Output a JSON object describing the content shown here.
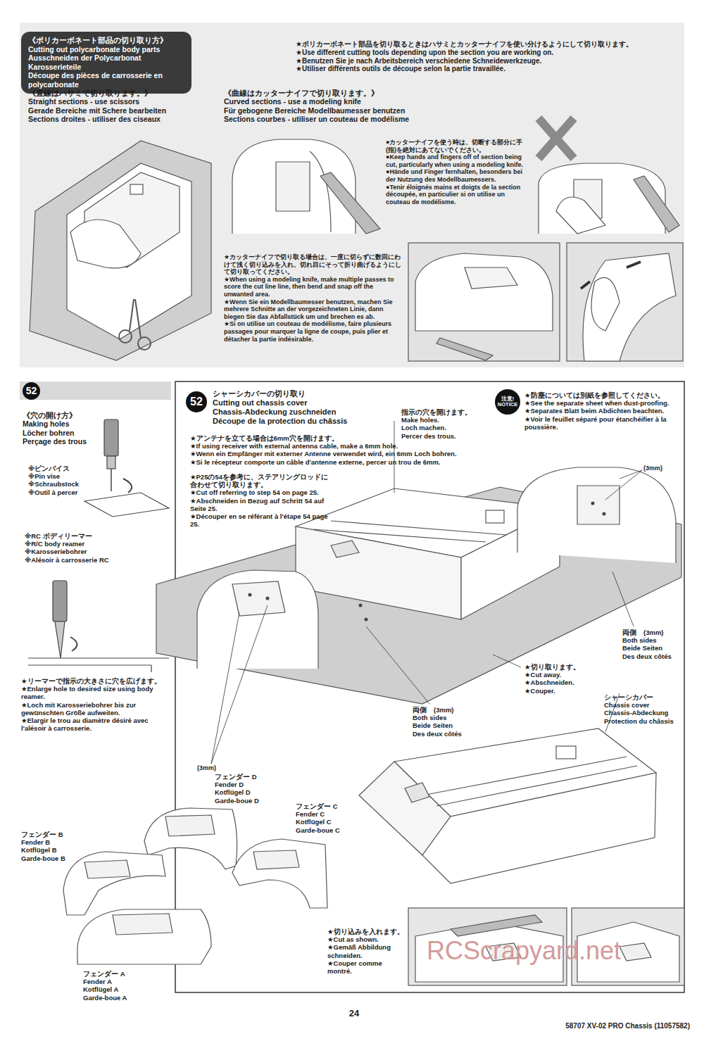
{
  "diagram": {
    "nodes": [
      {
        "text": [
          "《ポリカーボネート部品の切り取り方》",
          "Cutting out polycarbonate body parts",
          "Ausschneiden der Polycarbonat Karosserieteile",
          "Découpe des pièces de carrosserie en polycarbonate"
        ]
      },
      {
        "text": [
          "52"
        ]
      },
      {
        "text": [
          "52"
        ]
      },
      {
        "text": [
          "注意!",
          "NOTICE"
        ]
      }
    ],
    "labels": [
      "★ポリカーボネート部品を切り取るときはハサミとカッターナイフを使い分けるようにして切り取ります。",
      "★Use different cutting tools depending upon the section you are working on.",
      "★Benutzen Sie je nach Arbeitsbereich verschiedene Schneidewerkzeuge.",
      "★Utiliser différents outils de découpe selon la partie travaillée.",
      "《直線はハサミで切り取ります。》",
      "Straight sections - use scissors",
      "Gerade Bereiche mit Schere bearbeiten",
      "Sections droites - utiliser des ciseaux",
      "《曲線はカッターナイフで切り取ります。》",
      "Curved sections - use a modeling knife",
      "Für gebogene Bereiche Modellbaumesser benutzen",
      "Sections courbes - utiliser un couteau de modélisme",
      "●カッターナイフを使う時は、切断する部分に手(指)を絶対にあてないでください。",
      "●Keep hands and fingers off of section being cut, particularly when using a modeling knife.",
      "●Hände und Finger fernhalten, besonders bei der Nutzung des Modellbaumessers.",
      "●Tenir éloignés mains et doigts de la section découpée, en particulier si on utilise un couteau de modélisme.",
      "★カッターナイフで切り取る場合は、一度に切らずに数回にわけて浅く切り込みを入れ、切れ目にそって折り曲げるようにして切り取ってください。",
      "★When using a modeling knife, make multiple passes to score the cut line line, then bend and snap off the unwanted area.",
      "★Wenn Sie ein Modellbaumesser benutzen, machen Sie mehrere Schnitte an der vorgezeichneten Linie, dann biegen Sie das Abfallstück um und brechen es ab.",
      "★Si on utilise un couteau de modélisme, faire plusieurs passages pour marquer la ligne de coupe, puis plier et détacher la partie indésirable.",
      "《穴の開け方》",
      "Making holes",
      "Löcher bohren",
      "Perçage des trous",
      "※ピンバイス",
      "※Pin vise",
      "※Schraubstock",
      "※Outil à percer",
      "※RC ボディリーマー",
      "※R/C body reamer",
      "※Karosseriebohrer",
      "※Alésoir à carrosserie RC",
      "★リーマーで指示の大きさに穴を広げます。",
      "★Enlarge hole to desired size using body reamer.",
      "★Loch mit Karosseriebohrer bis zur gewünschten Größe aufweiten.",
      "★Elargir le trou au diamètre désiré avec l'alésoir à carrosserie.",
      "シャーシカバーの切り取り",
      "Cutting out chassis cover",
      "Chassis-Abdeckung zuschneiden",
      "Découpe de la protection du châssis",
      "指示の穴を開けます。",
      "Make holes.",
      "Loch machen.",
      "Percer des trous.",
      "★防塵については別紙を参照してください。",
      "★See the separate sheet when dust-proofing.",
      "★Separates Blatt beim Abdichten beachten.",
      "★Voir le feuillet séparé pour étanchéifier à la poussière.",
      "★アンテナを立てる場合は6mm穴を開けます。",
      "★If using receiver with external antenna cable, make a 6mm hole.",
      "★Wenn ein Empfänger mit externer Antenne verwendet wird, ein 6mm Loch bohren.",
      "★Si le récepteur comporte un câble d'antenne externe, percer un trou de 6mm.",
      "★P25の54を参考に、ステアリングロッドに合わせて切り取ります。",
      "★Cut off referring to step 54 on page 25.",
      "★Abschneiden in Bezug auf Schritt 54 auf Seite 25.",
      "★Découper en se référant à l'étape 54 page 25.",
      "(3mm)",
      "両側　(3mm)",
      "Both sides",
      "Beide Seiten",
      "Des deux côtés",
      "★切り取ります。",
      "★Cut away.",
      "★Abschneiden.",
      "★Couper.",
      "シャーシカバー",
      "Chassis cover",
      "Chassis-Abdeckung",
      "Protection du châssis",
      "両側　(3mm)",
      "Both sides",
      "Beide Seiten",
      "Des deux côtés",
      "(3mm)",
      "フェンダー D",
      "Fender D",
      "Kotflügel D",
      "Garde-boue D",
      "フェンダー C",
      "Fender C",
      "Kotflügel C",
      "Garde-boue C",
      "フェンダー B",
      "Fender B",
      "Kotflügel B",
      "Garde-boue B",
      "フェンダー A",
      "Fender A",
      "Kotflügel A",
      "Garde-boue A",
      "★切り込みを入れます。",
      "★Cut as shown.",
      "★Gemäß Abbildung schneiden.",
      "★Couper comme montré.",
      "RCScrapyard.net",
      "24",
      "58707 XV-02 PRO Chassis (11057582)"
    ]
  }
}
